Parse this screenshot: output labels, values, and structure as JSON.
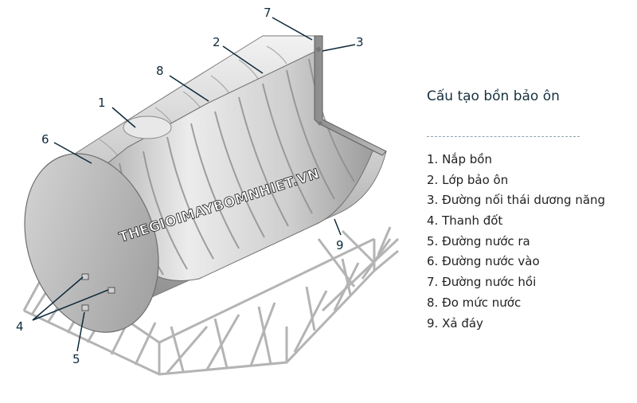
{
  "watermark": "THEGIOIMAYBOMNHIET.VN",
  "callouts": {
    "c1": "1",
    "c2": "2",
    "c3": "3",
    "c4": "4",
    "c5": "5",
    "c6": "6",
    "c7": "7",
    "c8": "8",
    "c9": "9"
  },
  "legend": {
    "title": "Cấu tạo bồn bảo ôn",
    "items": [
      "1. Nắp bồn",
      "2. Lớp bảo ôn",
      "3. Đường nối thái dương năng",
      "4. Thanh đốt",
      "5. Đường nước ra",
      "6. Đường nước vào",
      "7. Đường nước hồi",
      "8. Đo mức nước",
      "9. Xả đáy"
    ]
  },
  "colors": {
    "steel_light": "#e4e4e4",
    "steel_dark": "#9a9a9a",
    "frame": "#b0b0b0",
    "leader": "#0e2a3a",
    "title_text": "#17313f",
    "legend_rule": "#8fa3ad"
  }
}
